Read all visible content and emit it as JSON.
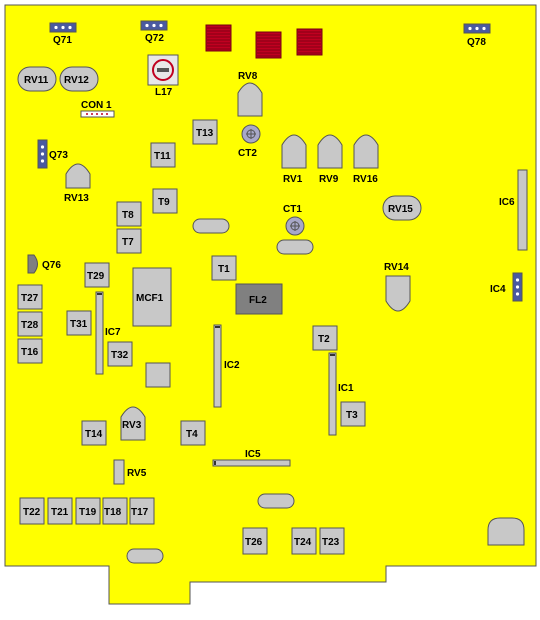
{
  "board": {
    "colors": {
      "board": "#ffff00",
      "component": "#c8c8c8",
      "filter": "#808080",
      "coil": "#c00020",
      "connector": "#4a5aa0",
      "outline": "#555555"
    }
  },
  "labels": {
    "Q71": "Q71",
    "Q72": "Q72",
    "Q78": "Q78",
    "Q73": "Q73",
    "Q76": "Q76",
    "RV11": "RV11",
    "RV12": "RV12",
    "RV8": "RV8",
    "RV13": "RV13",
    "RV1": "RV1",
    "RV9": "RV9",
    "RV16": "RV16",
    "RV15": "RV15",
    "RV14": "RV14",
    "RV3": "RV3",
    "RV5": "RV5",
    "L17": "L17",
    "CON1": "CON 1",
    "CT1": "CT1",
    "CT2": "CT2",
    "T1": "T1",
    "T2": "T2",
    "T3": "T3",
    "T4": "T4",
    "T7": "T7",
    "T8": "T8",
    "T9": "T9",
    "T11": "T11",
    "T13": "T13",
    "T14": "T14",
    "T16": "T16",
    "T17": "T17",
    "T18": "T18",
    "T19": "T19",
    "T21": "T21",
    "T22": "T22",
    "T23": "T23",
    "T24": "T24",
    "T26": "T26",
    "T27": "T27",
    "T28": "T28",
    "T29": "T29",
    "T31": "T31",
    "T32": "T32",
    "IC1": "IC1",
    "IC2": "IC2",
    "IC4": "IC4",
    "IC5": "IC5",
    "IC6": "IC6",
    "IC7": "IC7",
    "MCF1": "MCF1",
    "FL2": "FL2"
  }
}
